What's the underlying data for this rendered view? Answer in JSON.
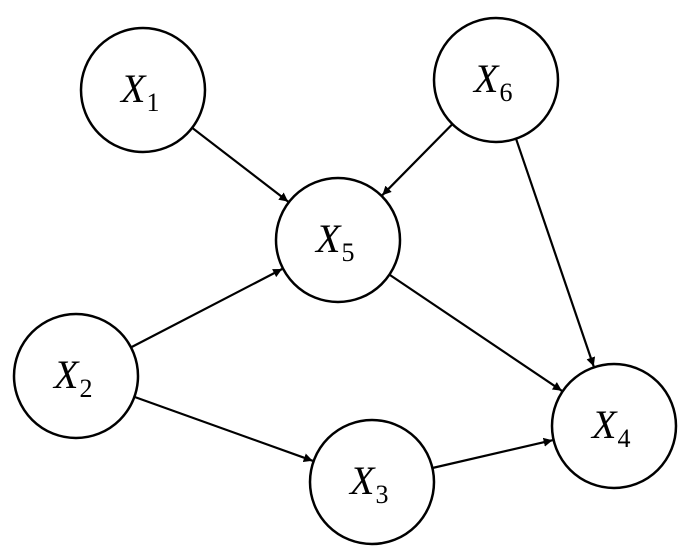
{
  "nodes": [
    {
      "id": "X1",
      "letter": "X",
      "sub": "1"
    },
    {
      "id": "X6",
      "letter": "X",
      "sub": "6"
    },
    {
      "id": "X5",
      "letter": "X",
      "sub": "5"
    },
    {
      "id": "X2",
      "letter": "X",
      "sub": "2"
    },
    {
      "id": "X4",
      "letter": "X",
      "sub": "4"
    },
    {
      "id": "X3",
      "letter": "X",
      "sub": "3"
    }
  ],
  "edges": [
    {
      "from": "X1",
      "to": "X5"
    },
    {
      "from": "X6",
      "to": "X5"
    },
    {
      "from": "X6",
      "to": "X4"
    },
    {
      "from": "X2",
      "to": "X5"
    },
    {
      "from": "X5",
      "to": "X4"
    },
    {
      "from": "X2",
      "to": "X3"
    },
    {
      "from": "X3",
      "to": "X4"
    }
  ]
}
